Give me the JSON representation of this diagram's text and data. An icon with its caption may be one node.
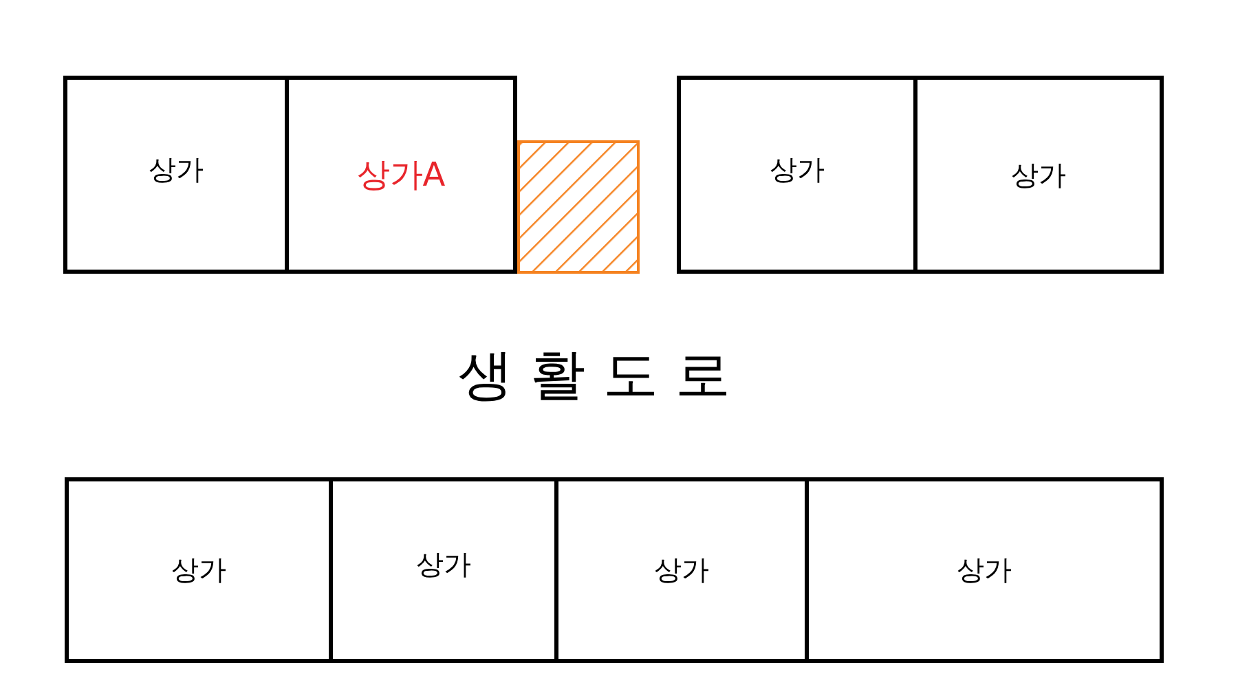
{
  "diagram": {
    "nodes": [
      {
        "text": [
          "상가"
        ]
      },
      {
        "text": [
          "상가A"
        ]
      },
      {
        "text": [],
        "shape": "box"
      },
      {
        "text": [
          "상가"
        ]
      },
      {
        "text": [
          "상가"
        ]
      },
      {
        "text": [
          "상가"
        ]
      },
      {
        "text": [
          "상가"
        ]
      },
      {
        "text": [
          "상가"
        ]
      },
      {
        "text": [
          "상가"
        ]
      }
    ],
    "labels": [
      "생 활 도 로"
    ]
  }
}
